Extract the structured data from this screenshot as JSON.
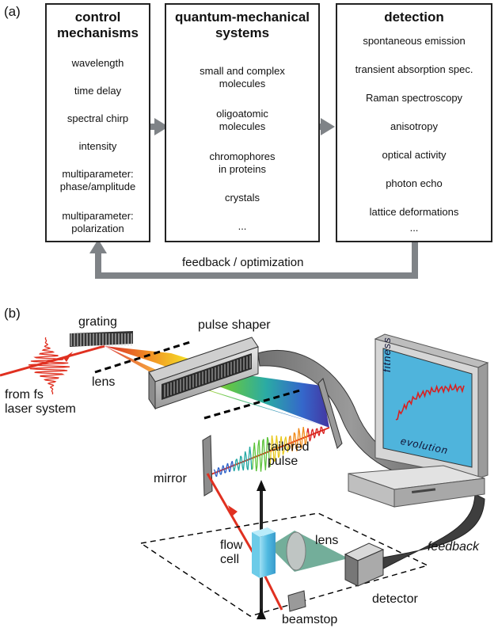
{
  "panel_a": {
    "label": "(a)",
    "boxes": [
      {
        "title_lines": [
          "control",
          "mechanisms"
        ],
        "items": [
          "wavelength",
          "time delay",
          "spectral chirp",
          "intensity",
          "multiparameter:",
          "phase/amplitude",
          "multiparameter:",
          "polarization"
        ]
      },
      {
        "title_lines": [
          "quantum-mechanical",
          "systems"
        ],
        "items": [
          "small and complex",
          "molecules",
          "oligoatomic",
          "molecules",
          "chromophores",
          "in proteins",
          "crystals",
          "..."
        ]
      },
      {
        "title_lines": [
          "detection"
        ],
        "items": [
          "spontaneous emission",
          "transient absorption spec.",
          "Raman spectroscopy",
          "anisotropy",
          "optical activity",
          "photon echo",
          "lattice deformations",
          "..."
        ]
      }
    ],
    "feedback_label": "feedback / optimization"
  },
  "panel_b": {
    "label": "(b)",
    "labels": {
      "grating": "grating",
      "pulse_shaper": "pulse shaper",
      "lens_top": "lens",
      "laser_line1": "from fs",
      "laser_line2": "laser system",
      "mirror": "mirror",
      "tailored_line1": "tailored",
      "tailored_line2": "pulse",
      "flow_line1": "flow",
      "flow_line2": "cell",
      "lens_bottom": "lens",
      "feedback": "feedback",
      "detector": "detector",
      "beamstop": "beamstop",
      "fitness": "fitness",
      "evolution": "evolution"
    }
  },
  "colors": {
    "arrow_gray": "#7f8387",
    "laser_red": "#e03020",
    "monitor_screen": "#4fb4dc",
    "flow_cell": "#6ccbe8",
    "beam_green": "#5aa088"
  }
}
